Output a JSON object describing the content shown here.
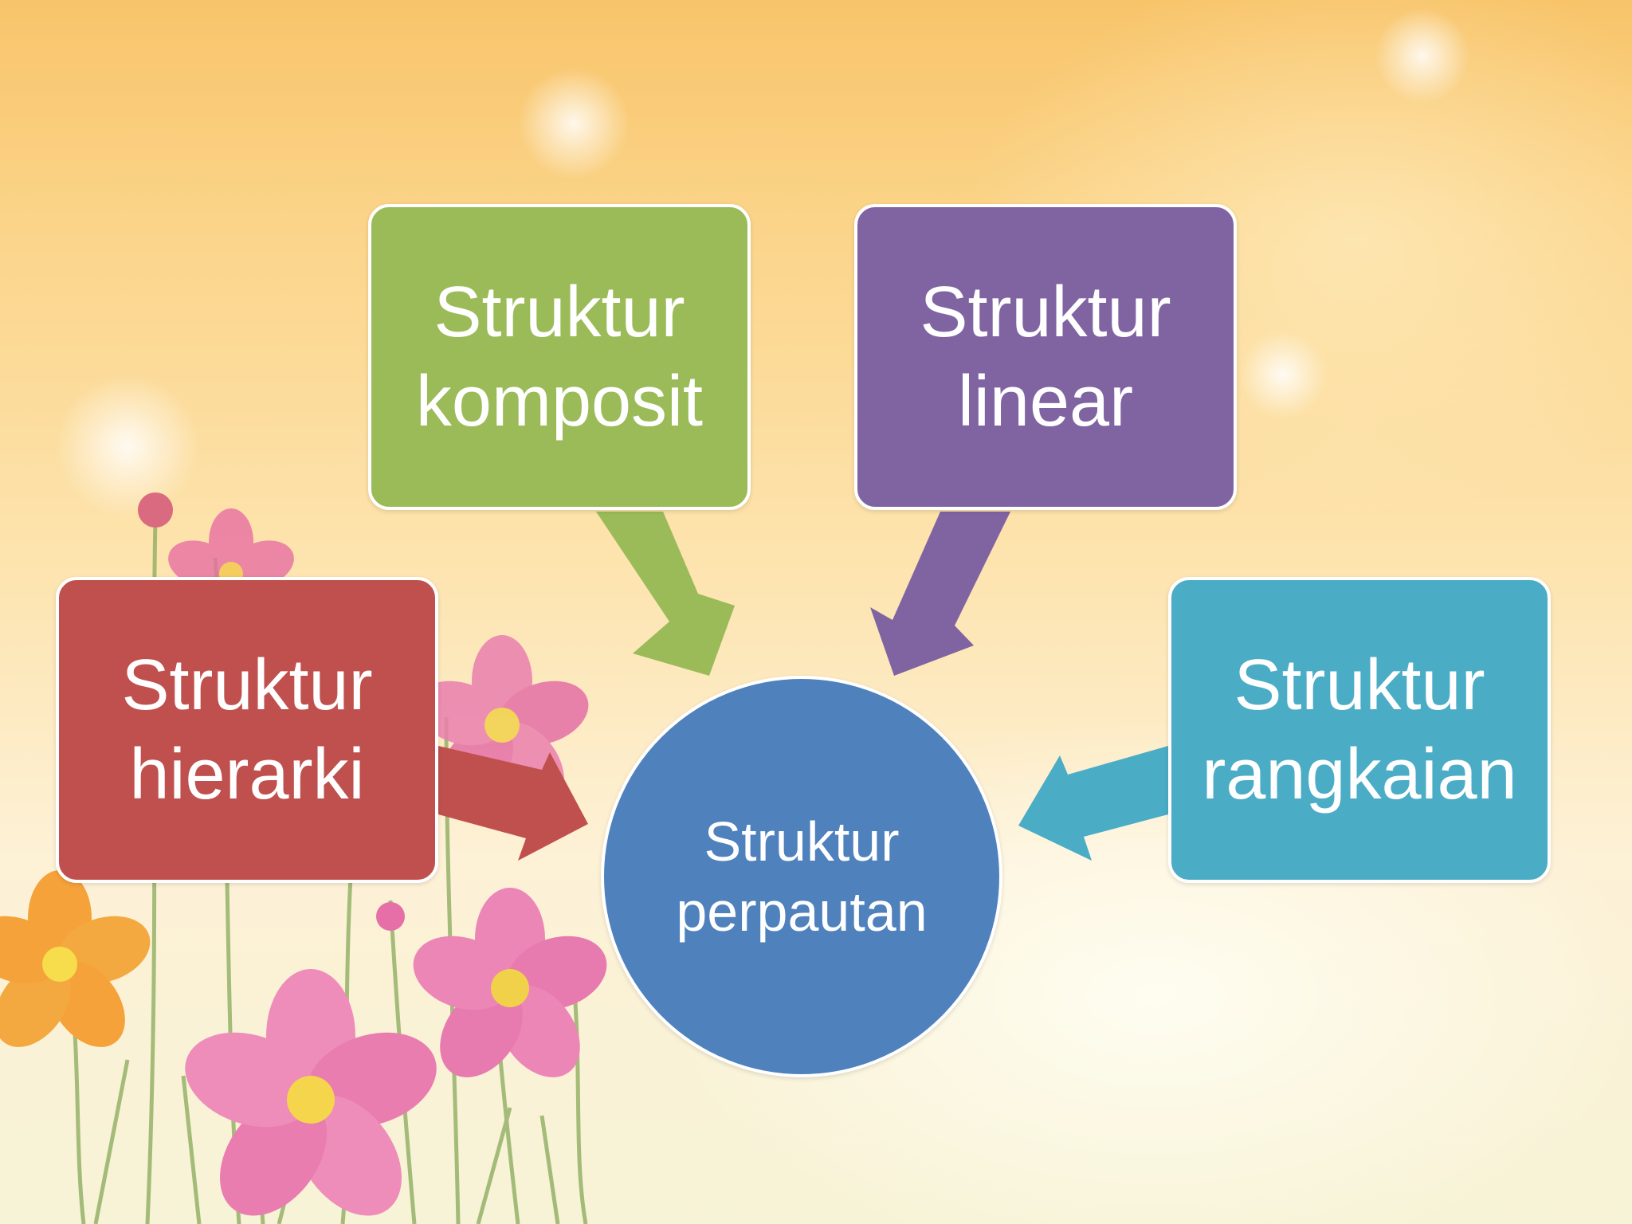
{
  "diagram": {
    "center": {
      "line1": "Struktur",
      "line2": "perpautan",
      "color": "#4f81bd"
    },
    "nodes": [
      {
        "id": "komposit",
        "line1": "Struktur",
        "line2": "komposit",
        "color": "#9bbb59"
      },
      {
        "id": "linear",
        "line1": "Struktur",
        "line2": "linear",
        "color": "#8064a2"
      },
      {
        "id": "hierarki",
        "line1": "Struktur",
        "line2": "hierarki",
        "color": "#c0504d"
      },
      {
        "id": "rangkaian",
        "line1": "Struktur",
        "line2": "rangkaian",
        "color": "#4bacc6"
      }
    ],
    "arrows": [
      {
        "from": "komposit",
        "to": "center",
        "color": "#9bbb59"
      },
      {
        "from": "linear",
        "to": "center",
        "color": "#8064a2"
      },
      {
        "from": "hierarki",
        "to": "center",
        "color": "#c0504d"
      },
      {
        "from": "rangkaian",
        "to": "center",
        "color": "#4bacc6"
      }
    ]
  },
  "background": {
    "theme": "flower meadow with warm sunlit sky",
    "flower_colors": [
      "#e56fa6",
      "#f6a03c",
      "#f08cb8"
    ]
  }
}
